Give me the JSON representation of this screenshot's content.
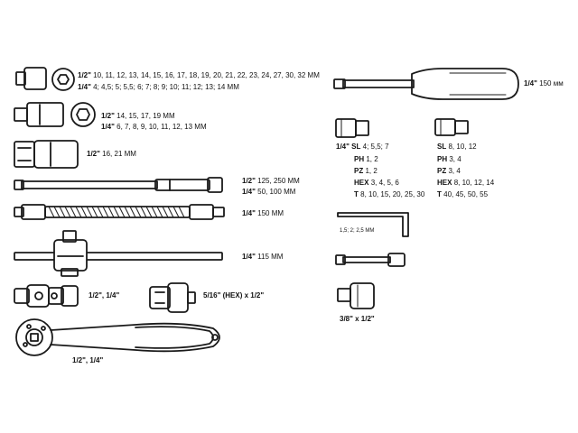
{
  "labels": {
    "sockets_long": {
      "size": "1/2\"",
      "text": "10, 11, 12, 13, 14, 15, 16, 17, 18, 19, 20, 21, 22, 23, 24, 27, 30, 32 MM"
    },
    "sockets_long_quarter": {
      "size": "1/4\"",
      "text": "4; 4,5; 5; 5,5; 6; 7; 8; 9; 10; 11; 12; 13; 14 MM"
    },
    "sockets_deep": {
      "size": "1/2\"",
      "text": "14, 15, 17, 19 MM"
    },
    "sockets_deep_quarter": {
      "size": "1/4\"",
      "text": "6, 7, 8, 9, 10, 11, 12, 13 MM"
    },
    "spark_plug": {
      "size": "1/2\"",
      "text": "16, 21 MM"
    },
    "extension_1": {
      "size": "1/2\"",
      "text": "125, 250 MM"
    },
    "extension_2": {
      "size": "1/4\"",
      "text": "50, 100 MM"
    },
    "flex_extension": {
      "size": "1/4\"",
      "text": "150 MM"
    },
    "t_handle": {
      "size": "1/4\"",
      "text": "115 MM"
    },
    "ujoint": {
      "text": "1/2\", 1/4\""
    },
    "adapter_hex": {
      "text": "5/16\" (HEX) x 1/2\""
    },
    "ratchet": {
      "text": "1/2\", 1/4\""
    },
    "screwdriver": {
      "size": "1/4\"",
      "text": "150 мм"
    },
    "bits_left": [
      {
        "size": "1/4\"",
        "type": "SL",
        "values": "4; 5,5; 7"
      },
      {
        "type": "PH",
        "values": "1, 2"
      },
      {
        "type": "PZ",
        "values": "1, 2"
      },
      {
        "type": "HEX",
        "values": "3, 4, 5, 6"
      },
      {
        "type": "T",
        "values": "8, 10, 15, 20, 25, 30"
      }
    ],
    "bits_right": [
      {
        "type": "SL",
        "values": "8, 10, 12"
      },
      {
        "type": "PH",
        "values": "3, 4"
      },
      {
        "type": "PZ",
        "values": "3, 4"
      },
      {
        "type": "HEX",
        "values": "8, 10, 12, 14"
      },
      {
        "type": "T",
        "values": "40, 45, 50, 55"
      }
    ],
    "hex_keys": {
      "text": "1,5; 2; 2,5 MM"
    },
    "adapter_38": {
      "text": "3/8\" x 1/2\""
    }
  },
  "colors": {
    "stroke": "#1a1a1a",
    "background": "#ffffff"
  }
}
